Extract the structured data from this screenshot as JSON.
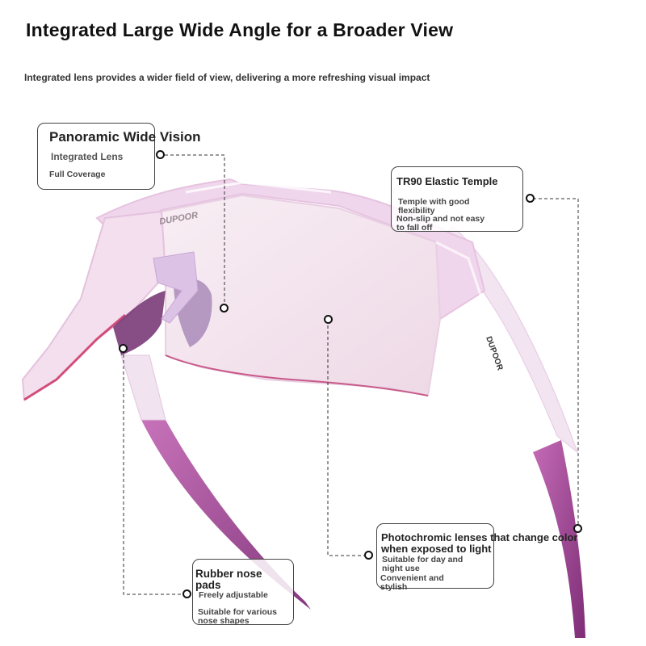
{
  "header": {
    "title": "Integrated Large Wide Angle for a Broader View",
    "subtitle": "Integrated lens provides a wider field of view, delivering a more refreshing visual impact"
  },
  "product": {
    "brand": "DUPOOR"
  },
  "callouts": {
    "panoramic": {
      "title": "Panoramic Wide Vision",
      "line1": "Integrated Lens",
      "line2": "Full Coverage"
    },
    "temple": {
      "title": "TR90 Elastic Temple",
      "line1": "Temple with good flexibility",
      "line2": "Non-slip and not easy to fall off"
    },
    "photochromic": {
      "title": "Photochromic lenses that change color when exposed to light",
      "line1": "Suitable for day and night use",
      "line2": "Convenient and stylish"
    },
    "nose": {
      "title": "Rubber nose pads",
      "line1": "Freely adjustable",
      "line2": "Suitable for various nose shapes"
    }
  },
  "colors": {
    "frame_pink": "#f2d8ee",
    "lens_pink": "#f3e6ee",
    "temple_purple": "#9b3d8f",
    "nosepad_purple": "#7a3a78"
  }
}
